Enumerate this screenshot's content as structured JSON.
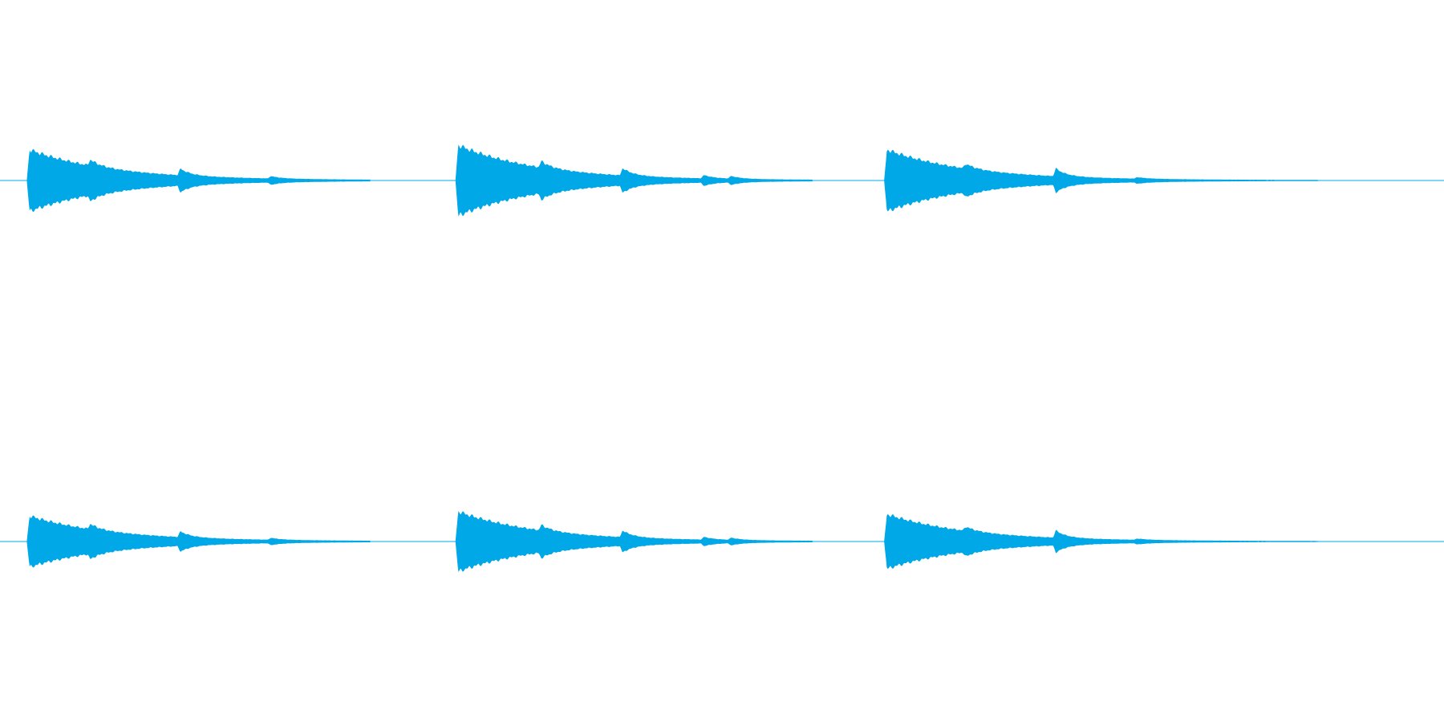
{
  "waveform": {
    "color": "#00a8e8",
    "duration_s": 16.0,
    "channels": [
      {
        "name": "",
        "bursts": [
          {
            "start": 0.3,
            "peak": 0.17,
            "events": [
              {
                "t": 1.0,
                "a": 0.055
              },
              {
                "t": 2.0,
                "a": 0.06
              },
              {
                "t": 3.0,
                "a": 0.022
              }
            ],
            "end": 4.1
          },
          {
            "start": 5.05,
            "peak": 0.195,
            "events": [
              {
                "t": 6.0,
                "a": 0.058
              },
              {
                "t": 6.9,
                "a": 0.066
              },
              {
                "t": 7.8,
                "a": 0.03
              },
              {
                "t": 8.1,
                "a": 0.024
              }
            ],
            "end": 9.0
          },
          {
            "start": 9.8,
            "peak": 0.17,
            "events": [
              {
                "t": 10.7,
                "a": 0.045
              },
              {
                "t": 11.7,
                "a": 0.07
              },
              {
                "t": 12.6,
                "a": 0.014
              }
            ],
            "end": 14.6
          }
        ]
      },
      {
        "name": "",
        "bursts": [
          {
            "start": 0.3,
            "peak": 0.14,
            "events": [
              {
                "t": 1.0,
                "a": 0.048
              },
              {
                "t": 2.0,
                "a": 0.052
              },
              {
                "t": 3.0,
                "a": 0.018
              }
            ],
            "end": 4.1
          },
          {
            "start": 5.05,
            "peak": 0.165,
            "events": [
              {
                "t": 6.0,
                "a": 0.05
              },
              {
                "t": 6.9,
                "a": 0.06
              },
              {
                "t": 7.8,
                "a": 0.025
              },
              {
                "t": 8.1,
                "a": 0.02
              }
            ],
            "end": 9.0
          },
          {
            "start": 9.8,
            "peak": 0.15,
            "events": [
              {
                "t": 10.7,
                "a": 0.04
              },
              {
                "t": 11.7,
                "a": 0.065
              },
              {
                "t": 12.6,
                "a": 0.012
              }
            ],
            "end": 14.6
          }
        ]
      }
    ]
  }
}
